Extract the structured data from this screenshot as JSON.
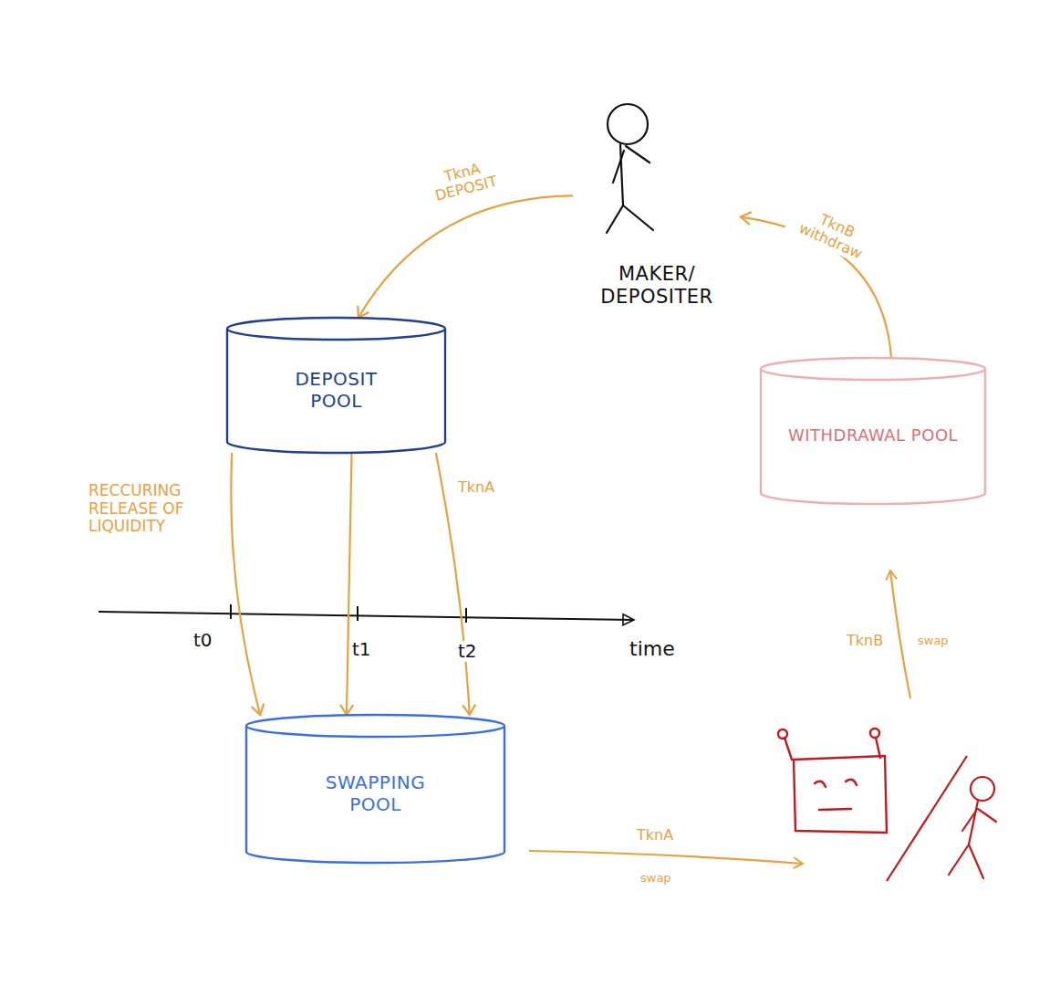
{
  "diagram": {
    "nodes": [
      {
        "text": [
          "MAKER/ DEPOSITER"
        ]
      },
      {
        "text": [
          "DEPOSIT POOL"
        ]
      },
      {
        "text": [
          "WITHDRAWAL POOL"
        ]
      },
      {
        "text": [
          "SWAPPING POOL"
        ]
      }
    ],
    "edges": [
      {
        "from": 0,
        "to": 1,
        "arrow": "to",
        "label": "TknA DEPOSIT"
      },
      {
        "from": 1,
        "to": 3,
        "arrow": "to"
      },
      {
        "from": 1,
        "to": 3,
        "arrow": "to"
      },
      {
        "from": 1,
        "to": 3,
        "arrow": "to",
        "label": "TknA"
      },
      {
        "from": 2,
        "to": 0,
        "arrow": "to",
        "label": "TknB withdraw"
      }
    ],
    "labels": [
      "RECCURING RELEASE OF LIQUIDITY",
      "t0",
      "t1",
      "t2",
      "time",
      "TknA",
      "swap",
      "TknB",
      "swap"
    ]
  }
}
